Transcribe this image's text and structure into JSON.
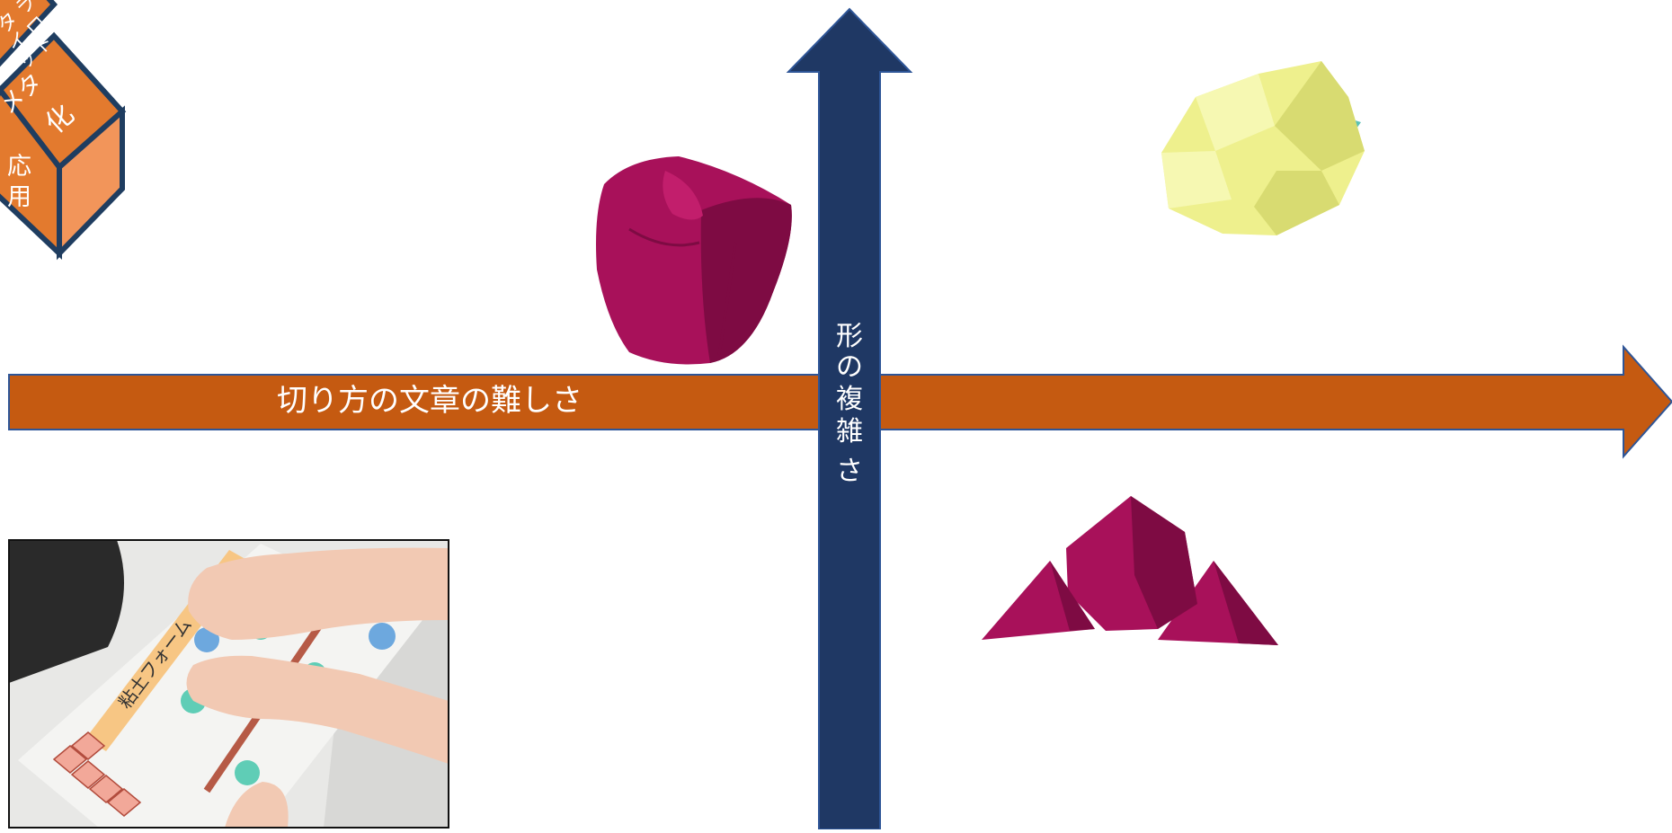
{
  "logo": {
    "faces": {
      "top": [
        "メタ",
        "化"
      ],
      "left": [
        "応",
        "用"
      ],
      "top_partial": [
        "タ",
        "ラ",
        "イ",
        "ロ",
        "ッ",
        "ト"
      ]
    },
    "colors": {
      "face_dark": "#E37A2E",
      "face_light": "#F2955A",
      "outline": "#1F3D60",
      "text": "#ffffff"
    }
  },
  "horizontal_axis": {
    "label": "切り方の文章の難しさ",
    "color": "#C55A11",
    "outline": "#2E5597",
    "text_color": "#ffffff"
  },
  "vertical_axis": {
    "label": "形の複雑さ",
    "color": "#1F3864",
    "outline": "#2E5597",
    "text_color": "#ffffff"
  },
  "photo": {
    "sheet_label": "粘土フォーム",
    "colors": {
      "border": "#111111",
      "paper": "#F4F4F2",
      "desk": "#E8E8E6",
      "label_band": "#F7C684",
      "arrow": "#B65A46",
      "clay_teal": "#5FCDB6",
      "clay_blue": "#6DA8DE",
      "cube_pink": "#F2A899",
      "cube_line": "#B24B3C",
      "skin": "#F2C9B3",
      "newspaper": "#D8D8D6",
      "sleeve": "#2A2A2A"
    }
  },
  "clay_objects": {
    "magenta_cube": {
      "color": "#A8115A",
      "shade": "#7E0B43",
      "light": "#C21E6C"
    },
    "yellow_polyhedron": {
      "color": "#EEF08D",
      "shade": "#D8DB71",
      "light": "#F6F8B2",
      "accent": "#5CC2B5"
    },
    "magenta_triangles": {
      "color": "#A8115A",
      "shade": "#7E0B43",
      "light": "#C21E6C"
    }
  }
}
